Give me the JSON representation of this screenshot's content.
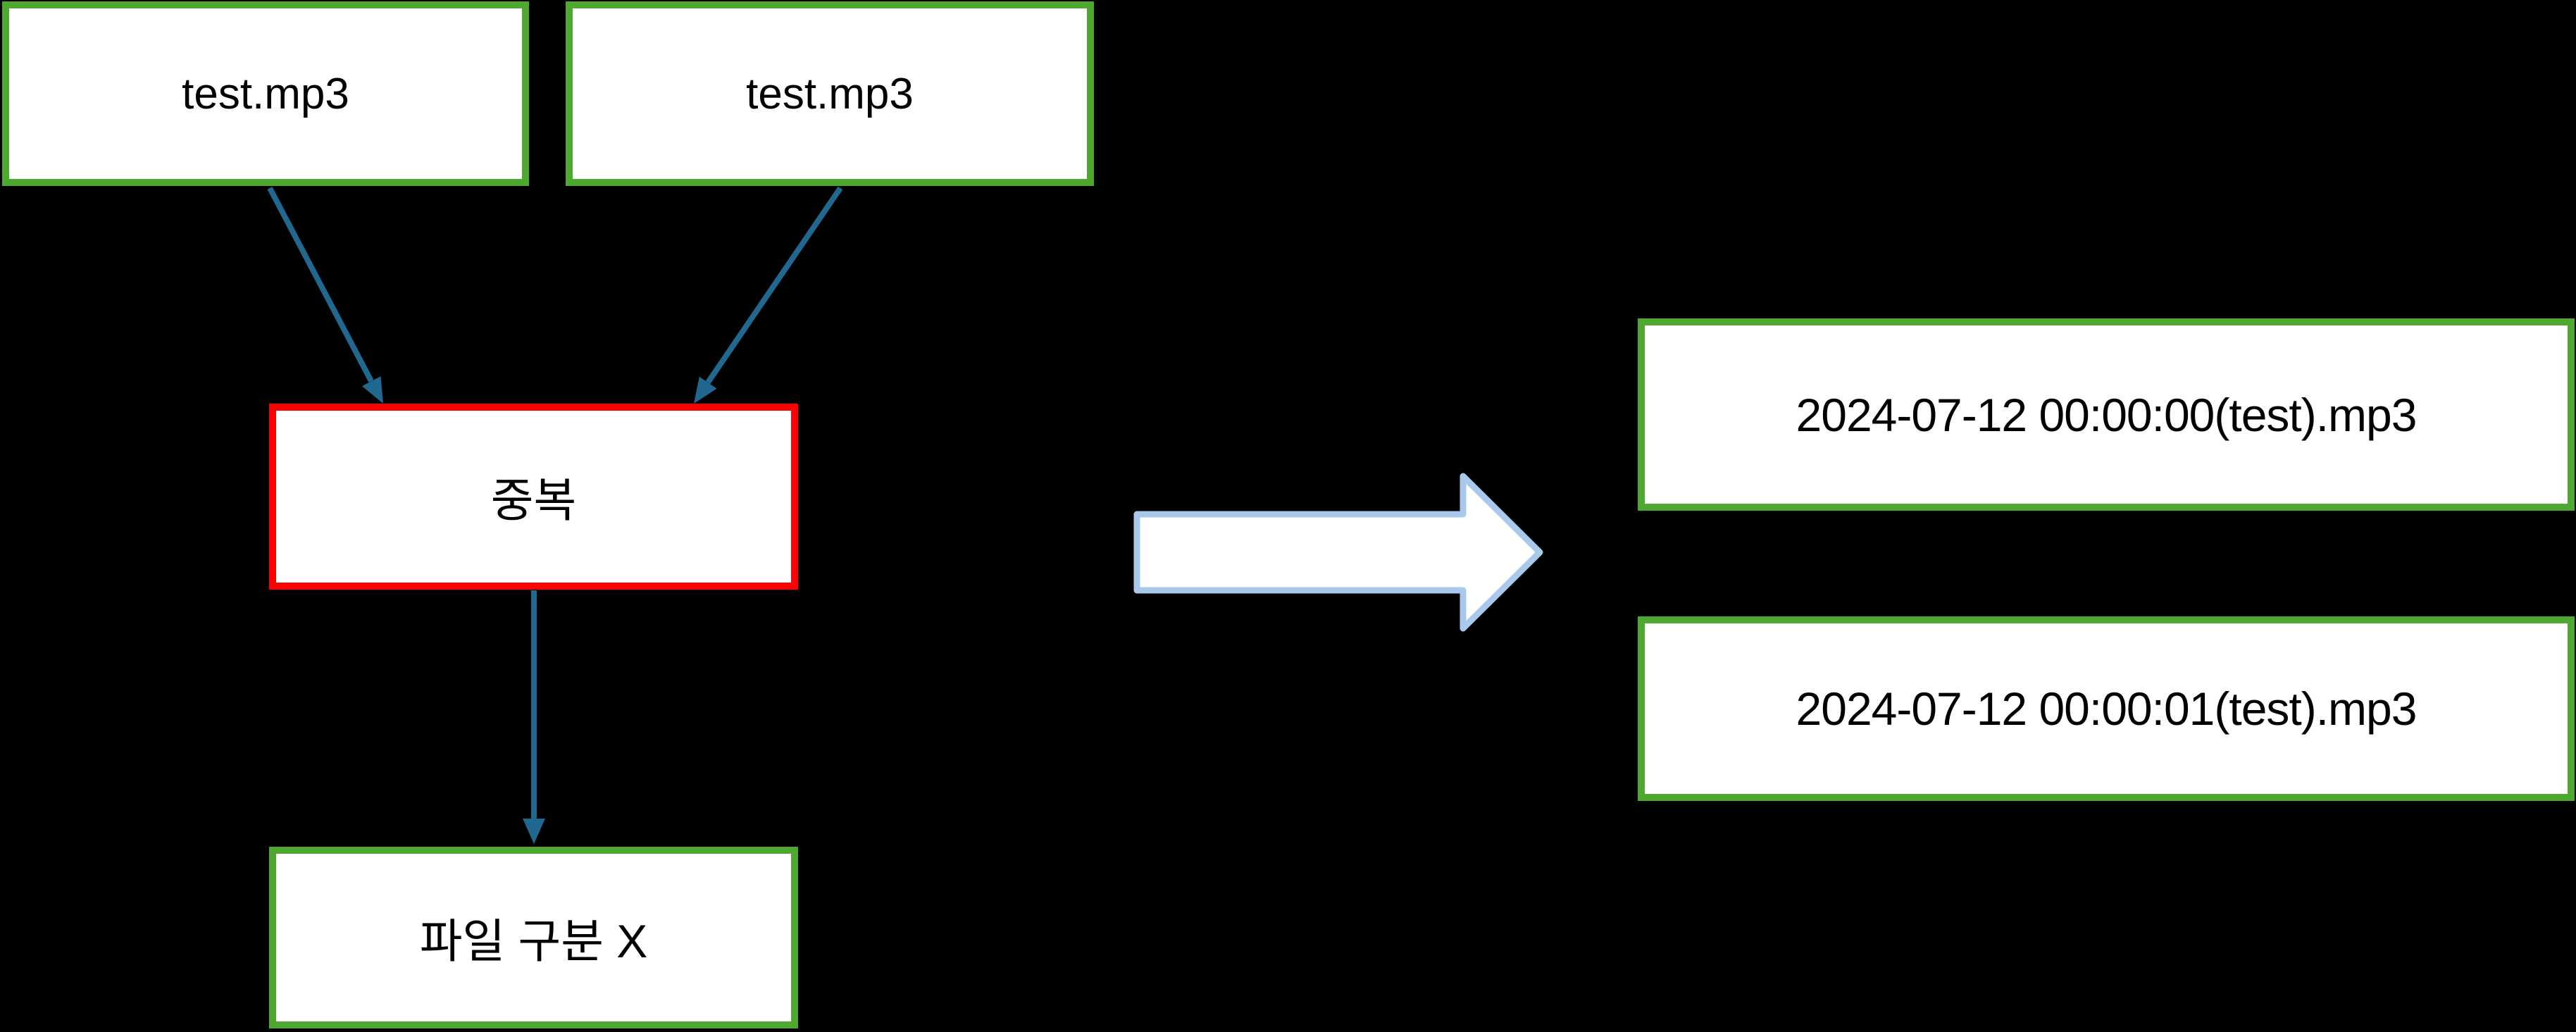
{
  "diagram": {
    "source_files": [
      {
        "label": "test.mp3"
      },
      {
        "label": "test.mp3"
      }
    ],
    "duplicate": {
      "label": "중복"
    },
    "result_without_rename": {
      "label": "파일 구분 X"
    },
    "renamed_files": [
      {
        "label": "2024-07-12 00:00:00(test).mp3"
      },
      {
        "label": "2024-07-12 00:00:01(test).mp3"
      }
    ]
  },
  "colors": {
    "background": "#000000",
    "box_fill": "#ffffff",
    "green_border": "#4ea72e",
    "red_border": "#fe0000",
    "text": "#000000",
    "connector_arrow": "#20688f",
    "block_arrow_fill": "#ffffff",
    "block_arrow_border": "#a6c9ec"
  }
}
